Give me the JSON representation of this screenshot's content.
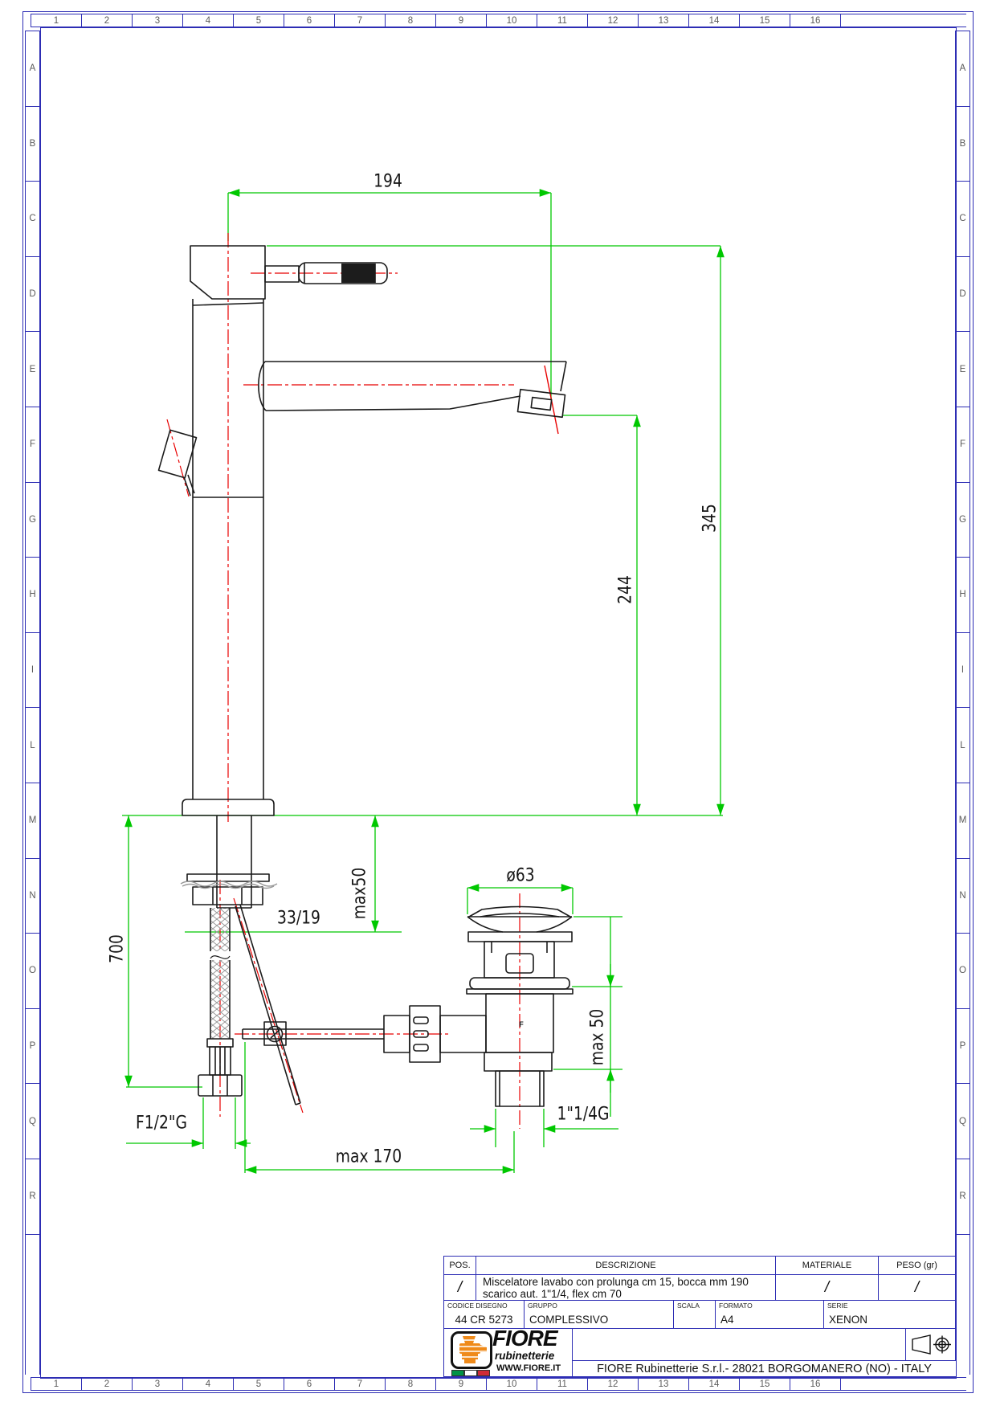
{
  "sheet": {
    "grid_columns": [
      "1",
      "2",
      "3",
      "4",
      "5",
      "6",
      "7",
      "8",
      "9",
      "10",
      "11",
      "12",
      "13",
      "14",
      "15",
      "16"
    ],
    "grid_rows": [
      "A",
      "B",
      "C",
      "D",
      "E",
      "F",
      "G",
      "H",
      "I",
      "L",
      "M",
      "N",
      "O",
      "P",
      "Q",
      "R"
    ]
  },
  "colors": {
    "dimension_green": "#00c800",
    "centerline_red": "#e80000",
    "frame_blue": "#2d2db4",
    "logo_orange": "#ef8a1a",
    "flag_green": "#009246",
    "flag_red": "#ce2b37"
  },
  "dimensions": {
    "spout_reach": "194",
    "total_height": "345",
    "spout_height": "244",
    "flex_length": "700",
    "nut_sizes": "33/19",
    "deck_max_thickness": "max50",
    "drain_cap_diameter": "ø63",
    "drain_deck_max": "max 50",
    "drain_thread": "1\"1/4G",
    "inlet_thread": "F1/2\"G",
    "rod_travel": "max 170"
  },
  "drain_stamp": "F",
  "title_block": {
    "pos_header": "POS.",
    "pos_value": "/",
    "desc_header": "DESCRIZIONE",
    "desc_line1": "Miscelatore lavabo con prolunga cm 15, bocca mm 190",
    "desc_line2": "scarico aut. 1\"1/4, flex cm 70",
    "materiale_header": "MATERIALE",
    "materiale_value": "/",
    "peso_header": "PESO (gr)",
    "peso_value": "/",
    "codice_label": "CODICE DISEGNO",
    "codice_value": "44 CR 5273",
    "gruppo_label": "GRUPPO",
    "gruppo_value": "COMPLESSIVO",
    "scala_label": "SCALA",
    "scala_value": "",
    "formato_label": "FORMATO",
    "formato_value": "A4",
    "serie_label": "SERIE",
    "serie_value": "XENON",
    "address": "FIORE Rubinetterie S.r.l.- 28021 BORGOMANERO (NO) - ITALY"
  },
  "logo": {
    "brand": "FIORE",
    "sub": "rubinetterie",
    "url": "WWW.FIORE.IT"
  }
}
